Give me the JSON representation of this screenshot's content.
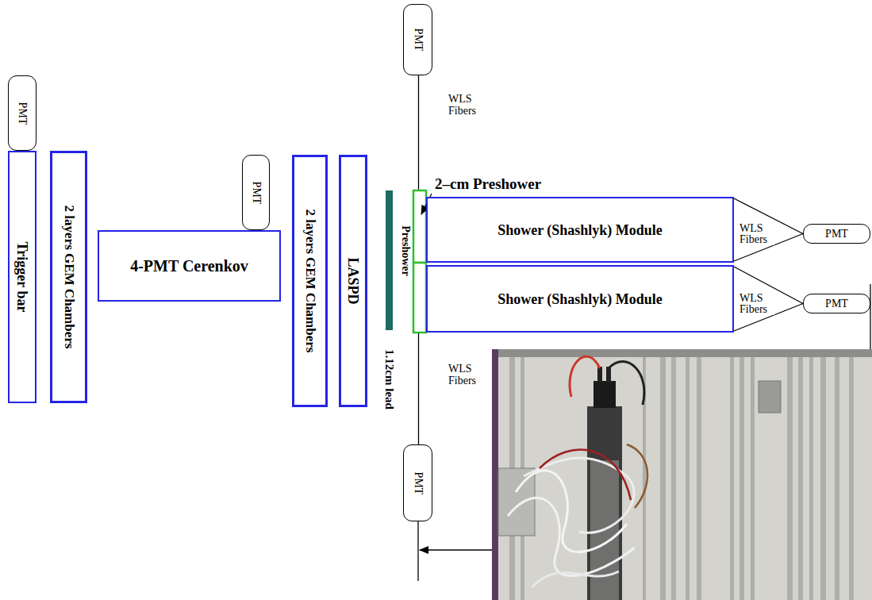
{
  "diagram": {
    "nodes": [
      {
        "text": [
          "PMT"
        ]
      },
      {
        "text": [
          "Trigger bar"
        ]
      },
      {
        "text": [
          "2 layers GEM Chambers"
        ]
      },
      {
        "text": [
          "PMT"
        ]
      },
      {
        "text": [
          "4-PMT Cerenkov"
        ]
      },
      {
        "text": [
          "2 layers GEM Chambers"
        ]
      },
      {
        "text": [
          "LASPD"
        ]
      },
      {
        "text": [
          "PMT"
        ]
      },
      {
        "text": [
          "Shower (Shashlyk) Module"
        ]
      },
      {
        "text": [
          "Shower (Shashlyk) Module"
        ]
      },
      {
        "text": [
          "PMT"
        ]
      },
      {
        "text": [
          "PMT"
        ]
      },
      {
        "text": [
          "PMT"
        ]
      }
    ],
    "edges": [
      {
        "from": 7,
        "to": 12,
        "arrow": "none"
      },
      {
        "from": 8,
        "to": 10,
        "arrow": "none",
        "label": "WLS Fibers"
      },
      {
        "from": 9,
        "to": 11,
        "arrow": "none",
        "label": "WLS Fibers"
      }
    ],
    "labels": [
      "WLS Fibers",
      "2–cm Preshower",
      "Preshower",
      "1.12cm lead",
      "WLS Fibers"
    ]
  }
}
